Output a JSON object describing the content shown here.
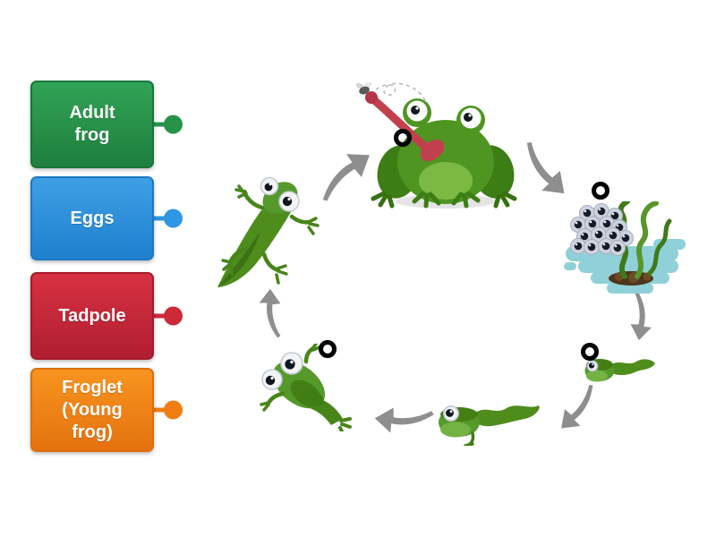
{
  "canvas": {
    "background": "#ffffff"
  },
  "labels": [
    {
      "text": "Adult frog",
      "fill_top": "#31a356",
      "fill_bottom": "#1e7f3e",
      "border": "#17763a",
      "connector": "#279349"
    },
    {
      "text": "Eggs",
      "fill_top": "#3f9fe5",
      "fill_bottom": "#1f80cf",
      "border": "#1b78c4",
      "connector": "#2e96e2"
    },
    {
      "text": "Tadpole",
      "fill_top": "#d73142",
      "fill_bottom": "#b01e30",
      "border": "#a51b2c",
      "connector": "#ce2939"
    },
    {
      "text": "Froglet (Young frog)",
      "fill_top": "#f8941f",
      "fill_bottom": "#e4720f",
      "border": "#dd6d0d",
      "connector": "#f07d14"
    }
  ],
  "diagram": {
    "arrow_color": "#8e8e8e",
    "marker_color": "#000000",
    "images": [
      {
        "name": "adult-frog-catching-fly",
        "has_marker": true
      },
      {
        "name": "frog-eggs-in-water-with-seaweed",
        "has_marker": true
      },
      {
        "name": "tadpole",
        "has_marker": true
      },
      {
        "name": "tadpole-with-legs",
        "has_marker": false
      },
      {
        "name": "froglet-swimming",
        "has_marker": true
      },
      {
        "name": "young-frog-with-tail",
        "has_marker": false
      }
    ]
  }
}
